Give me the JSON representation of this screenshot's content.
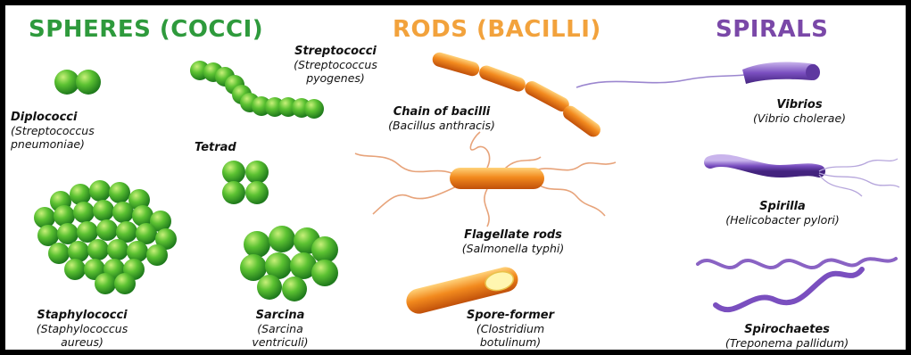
{
  "headings": {
    "spheres": "SPHERES (COCCI)",
    "rods": "RODS (BACILLI)",
    "spirals": "SPIRALS"
  },
  "colors": {
    "spheres": "#2e9a3c",
    "rods": "#f2a23c",
    "spirals": "#7a48a8"
  },
  "cocci": {
    "diplococci": {
      "name": "Diplococci",
      "line1": "(Streptococcus",
      "line2": "pneumoniae)"
    },
    "streptococci": {
      "name": "Streptococci",
      "line1": "(Streptococcus",
      "line2": "pyogenes)"
    },
    "tetrad": {
      "name": "Tetrad"
    },
    "staphylococci": {
      "name": "Staphylococci",
      "line1": "(Staphylococcus",
      "line2": "aureus)"
    },
    "sarcina": {
      "name": "Sarcina",
      "line1": "(Sarcina",
      "line2": "ventriculi)"
    }
  },
  "bacilli": {
    "chain": {
      "name": "Chain of bacilli",
      "line1": "(Bacillus anthracis)"
    },
    "flagellate": {
      "name": "Flagellate rods",
      "line1": "(Salmonella typhi)"
    },
    "spore": {
      "name": "Spore-former",
      "line1": "(Clostridium",
      "line2": "botulinum)"
    }
  },
  "spirals": {
    "vibrios": {
      "name": "Vibrios",
      "line1": "(Vibrio cholerae)"
    },
    "spirilla": {
      "name": "Spirilla",
      "line1": "(Helicobacter pylori)"
    },
    "spirochaetes": {
      "name": "Spirochaetes",
      "line1": "(Treponema pallidum)"
    }
  }
}
